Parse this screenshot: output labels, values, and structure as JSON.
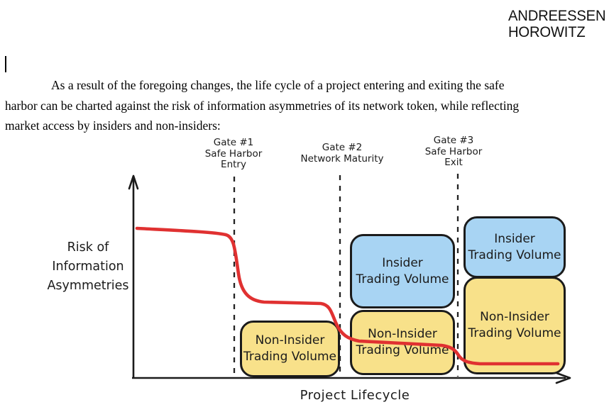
{
  "logo": {
    "line1": "ANDREESSEN",
    "line2": "HOROWITZ"
  },
  "cursor": {
    "glyph": "|"
  },
  "intro": {
    "lines": [
      "As a result of the foregoing changes, the life cycle of a project entering and exiting the safe",
      "harbor can be charted against the risk of information asymmetries of its network token, while reflecting",
      "market access by insiders and non-insiders:"
    ]
  },
  "chart": {
    "y_axis_label_lines": [
      "Risk of",
      "Information",
      "Asymmetries"
    ],
    "x_axis_label": "Project Lifecycle",
    "gates": [
      {
        "lines": [
          "Gate #1",
          "Safe Harbor",
          "Entry"
        ]
      },
      {
        "lines": [
          "Gate #2",
          "Network Maturity"
        ]
      },
      {
        "lines": [
          "Gate #3",
          "Safe Harbor",
          "Exit"
        ]
      }
    ],
    "boxes": [
      {
        "segment": "between Gate #1 and Gate #2",
        "line1": "Non-Insider",
        "line2": "Trading Volume",
        "fill": "#f8e18a"
      },
      {
        "segment": "between Gate #2 and Gate #3 (top)",
        "line1": "Insider",
        "line2": "Trading Volume",
        "fill": "#a8d4f3"
      },
      {
        "segment": "between Gate #2 and Gate #3 (bottom)",
        "line1": "Non-Insider",
        "line2": "Trading Volume",
        "fill": "#f8e18a"
      },
      {
        "segment": "after Gate #3 (top)",
        "line1": "Insider",
        "line2": "Trading Volume",
        "fill": "#a8d4f3"
      },
      {
        "segment": "after Gate #3 (bottom)",
        "line1": "Non-Insider",
        "line2": "Trading Volume",
        "fill": "#f8e18a"
      }
    ],
    "colors": {
      "curve_red": "#e03131",
      "axis_black": "#1b1b1b",
      "box_yellow": "#f8e18a",
      "box_blue": "#a8d4f3"
    }
  },
  "chart_data": {
    "type": "line",
    "title": "",
    "xlabel": "Project Lifecycle",
    "ylabel": "Risk of Information Asymmetries",
    "axes": "qualitative, no tick labels; arrows on both axes",
    "grid": false,
    "legend": "none",
    "series": [
      {
        "name": "Risk of Information Asymmetries over Project Lifecycle",
        "color": "#e03131",
        "style": "hand-drawn step-down curve",
        "x_norm_y_norm_points": [
          [
            0.0,
            0.75
          ],
          [
            0.2,
            0.72
          ],
          [
            0.23,
            0.71
          ],
          [
            0.25,
            0.38
          ],
          [
            0.3,
            0.375
          ],
          [
            0.43,
            0.37
          ],
          [
            0.475,
            0.2
          ],
          [
            0.52,
            0.185
          ],
          [
            0.71,
            0.16
          ],
          [
            0.75,
            0.075
          ],
          [
            0.8,
            0.07
          ],
          [
            0.97,
            0.07
          ]
        ]
      }
    ],
    "annotations": {
      "vertical_dashed_gates_x_norm": [
        {
          "x": 0.23,
          "label": "Gate #1 Safe Harbor Entry"
        },
        {
          "x": 0.475,
          "label": "Gate #2 Network Maturity"
        },
        {
          "x": 0.747,
          "label": "Gate #3 Safe Harbor Exit"
        }
      ],
      "regions": [
        {
          "between": "Gate #1 and Gate #2",
          "stacked_boxes_bottom_to_top": [
            "Non-Insider Trading Volume (yellow)"
          ]
        },
        {
          "between": "Gate #2 and Gate #3",
          "stacked_boxes_bottom_to_top": [
            "Non-Insider Trading Volume (yellow)",
            "Insider Trading Volume (blue)"
          ]
        },
        {
          "between": "Gate #3 and axis end",
          "stacked_boxes_bottom_to_top": [
            "Non-Insider Trading Volume (yellow)",
            "Insider Trading Volume (blue)"
          ]
        }
      ]
    }
  }
}
